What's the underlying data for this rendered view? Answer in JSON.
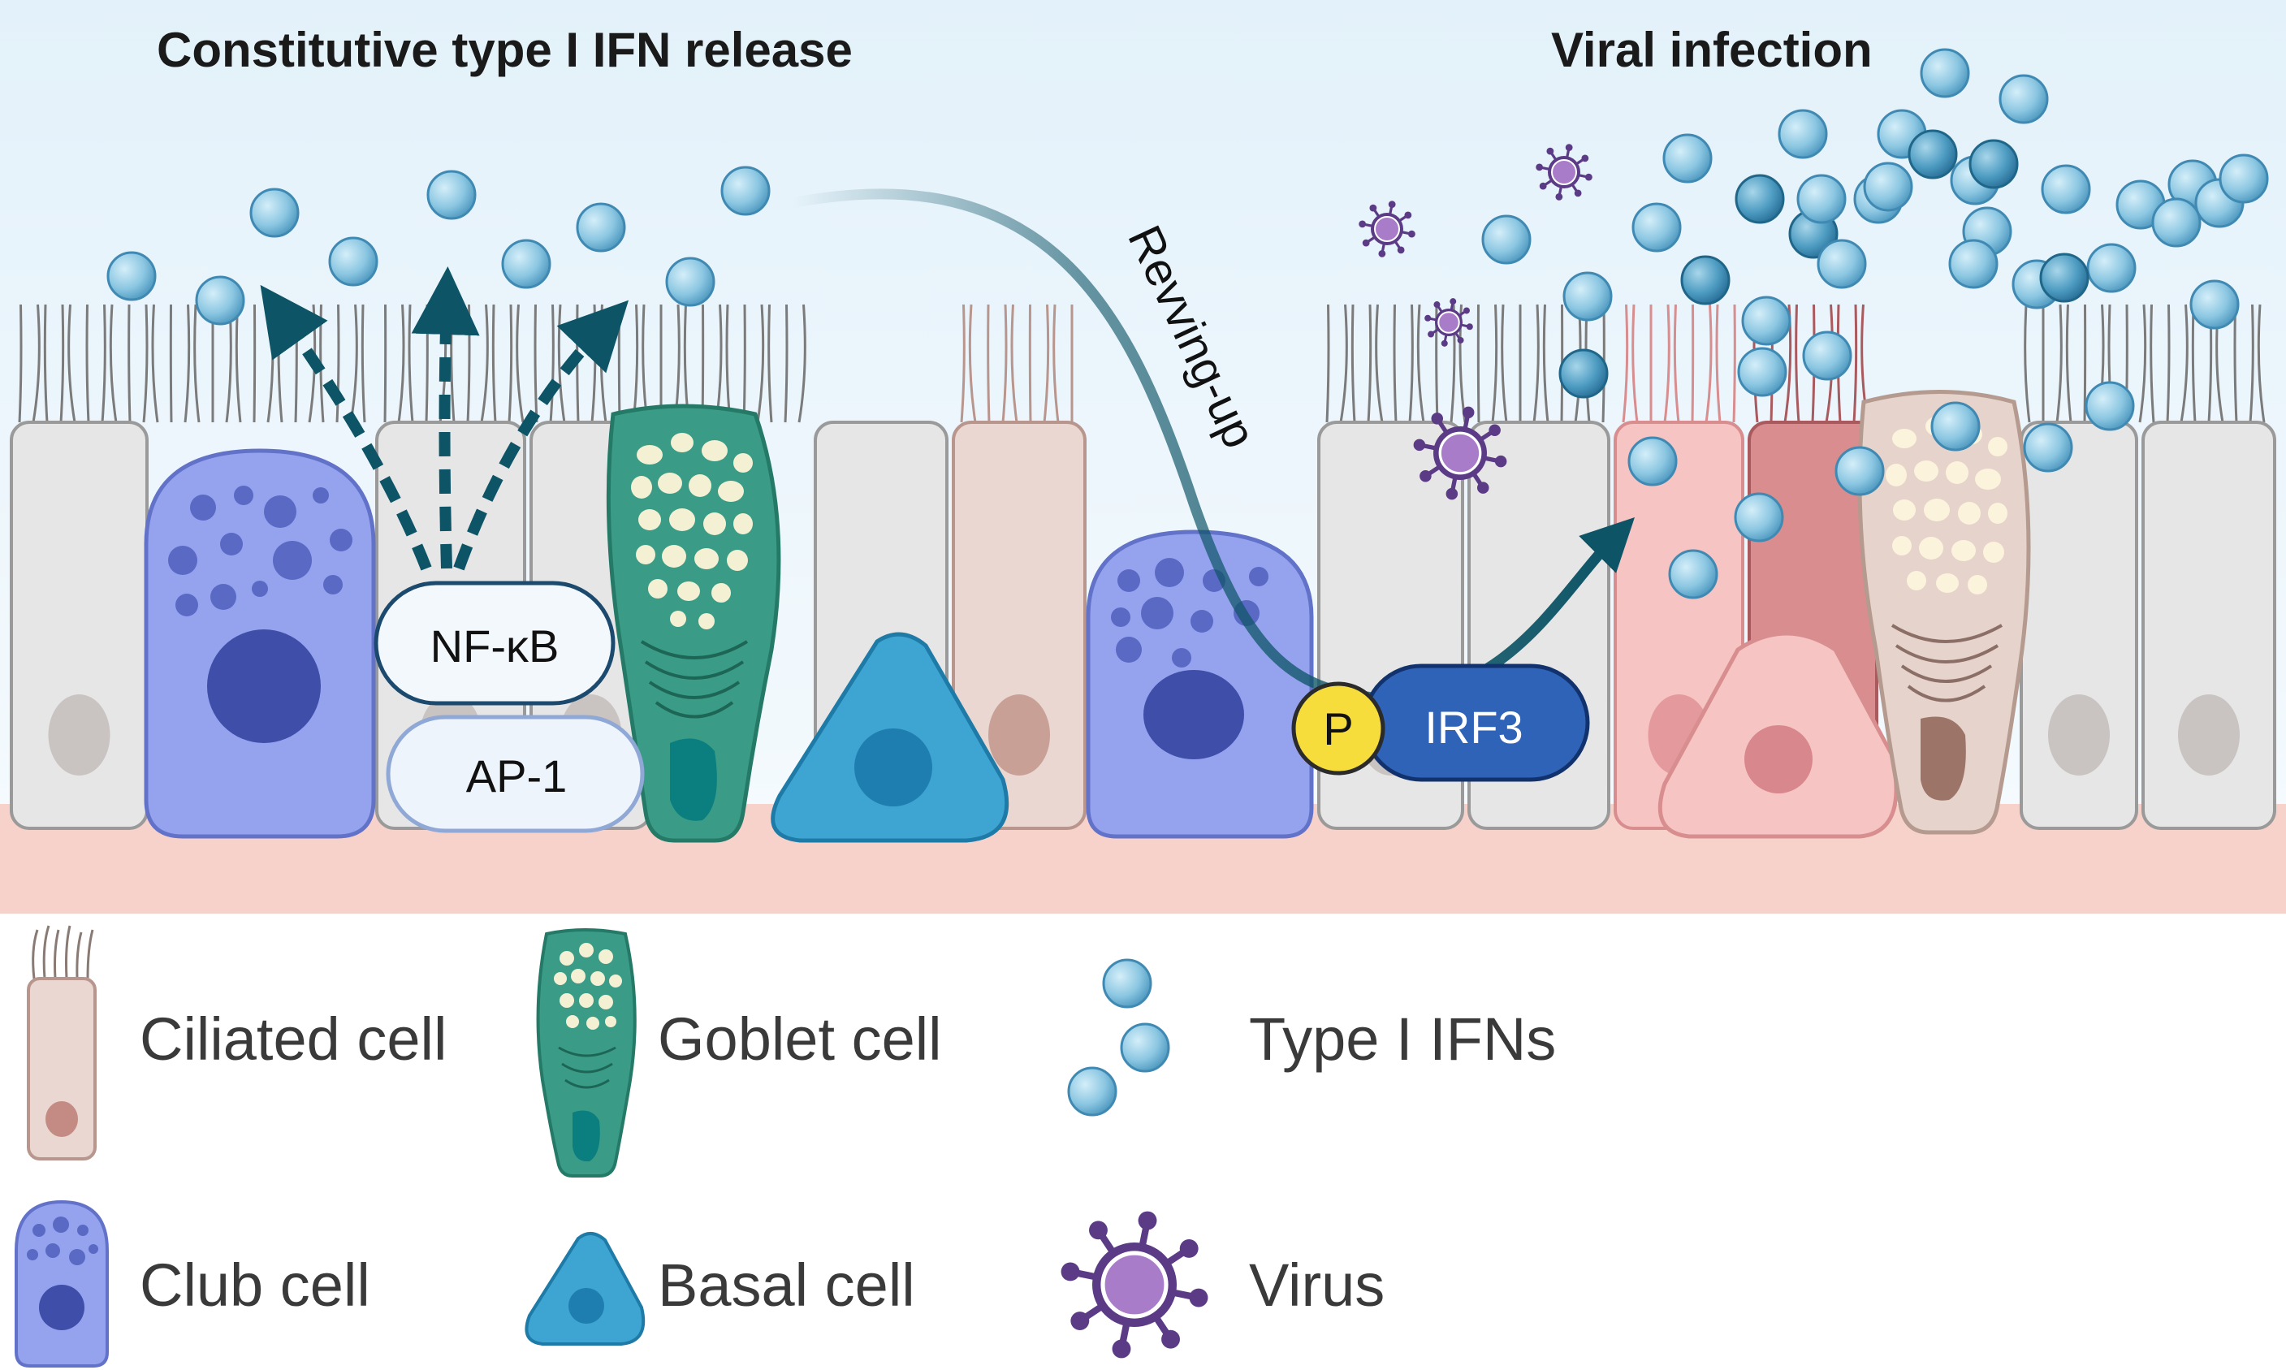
{
  "titles": {
    "left": "Constitutive type I IFN release",
    "right": "Viral infection"
  },
  "pathway": {
    "nfkb": "NF-κB",
    "ap1": "AP-1",
    "phospho": "P",
    "irf3": "IRF3",
    "revving": "Revving-up"
  },
  "legend": {
    "ciliated": "Ciliated cell",
    "goblet": "Goblet cell",
    "ifn": "Type I IFNs",
    "club": "Club cell",
    "basal": "Basal cell",
    "virus": "Virus"
  },
  "colors": {
    "background_top": "#eaf4fb",
    "basement": "#f7d2cb",
    "ciliated_fill": "#e4e4e4",
    "club_fill": "#95a3ef",
    "goblet_fill": "#3a9c87",
    "basal_fill": "#3ea4d1",
    "ifn": "#74b9d9",
    "virus": "#7a4b9e",
    "irf3": "#2e63b8",
    "phospho": "#f7dd3c",
    "arrow": "#0d5466",
    "infected_cell": "#f2b7b6"
  }
}
